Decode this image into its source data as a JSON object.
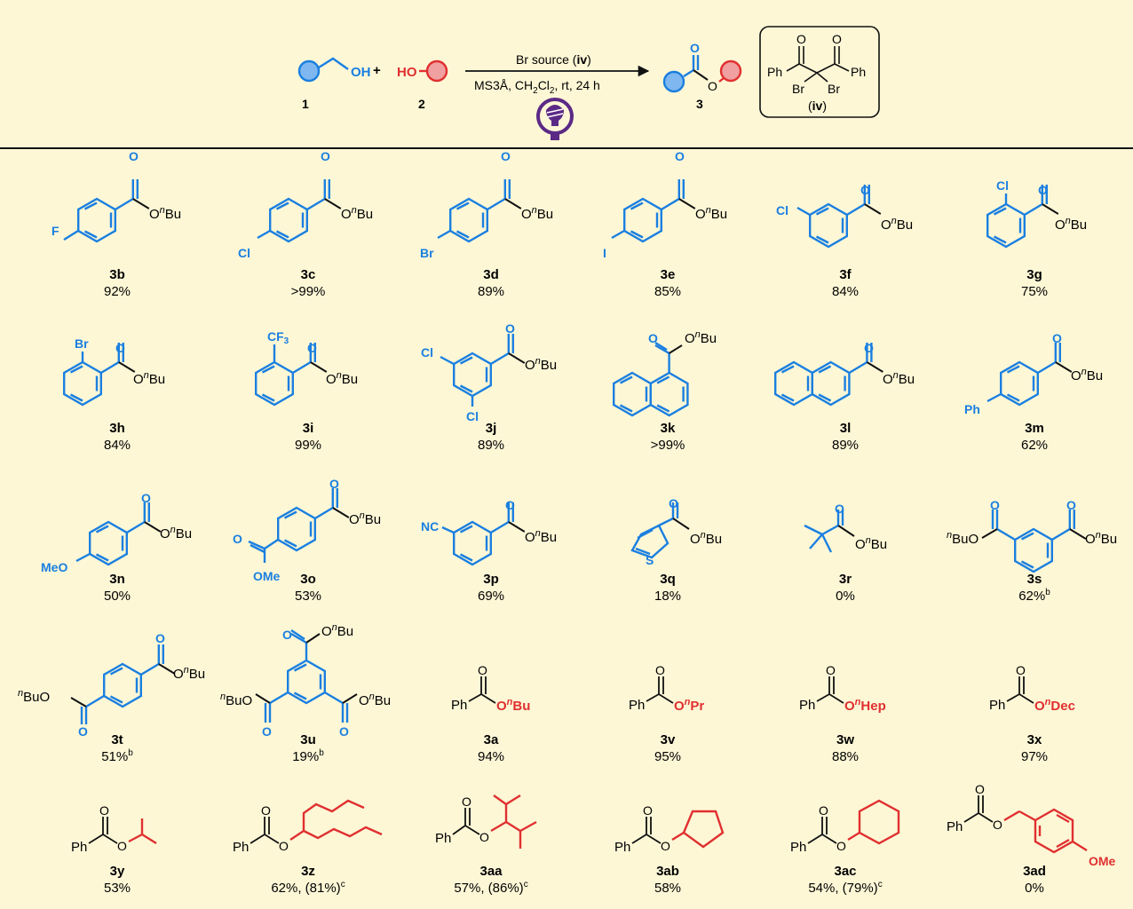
{
  "scheme": {
    "reagent1": {
      "oh": "OH",
      "label": "1"
    },
    "plus": "+",
    "reagent2": {
      "ho": "HO",
      "label": "2"
    },
    "arrow_top_pre": "Br source (",
    "arrow_top_bold": "iv",
    "arrow_top_post": ")",
    "arrow_bottom": "MS3Å, CH",
    "arrow_bottom_sub": "2",
    "arrow_bottom_mid": "Cl",
    "arrow_bottom_sub2": "2",
    "arrow_bottom_post": ", rt, 24 h",
    "product": {
      "o_top": "O",
      "o_mid": "O",
      "label": "3"
    },
    "reagent_iv": {
      "o": "O",
      "ph": "Ph",
      "br": "Br",
      "label_pre": "(",
      "label_bold": "iv",
      "label_post": ")"
    }
  },
  "atoms": {
    "o": "O",
    "obu_pre": "O",
    "obu_n": "n",
    "obu_post": "Bu",
    "bu_n": "n",
    "bu_post": "BuO",
    "ome": "OMe",
    "meo": "MeO",
    "ph": "Ph",
    "nc": "NC",
    "s": "S",
    "f": "F",
    "cl": "Cl",
    "br": "Br",
    "i": "I",
    "cf3": "CF",
    "cf3_sub": "3",
    "opr": "Pr",
    "ohep": "Hep",
    "odec": "Dec",
    "bu": "Bu"
  },
  "compounds": [
    {
      "id": "3b",
      "yield": "92%"
    },
    {
      "id": "3c",
      "yield": ">99%"
    },
    {
      "id": "3d",
      "yield": "89%"
    },
    {
      "id": "3e",
      "yield": "85%"
    },
    {
      "id": "3f",
      "yield": "84%"
    },
    {
      "id": "3g",
      "yield": "75%"
    },
    {
      "id": "3h",
      "yield": "84%"
    },
    {
      "id": "3i",
      "yield": "99%"
    },
    {
      "id": "3j",
      "yield": "89%"
    },
    {
      "id": "3k",
      "yield": ">99%"
    },
    {
      "id": "3l",
      "yield": "89%"
    },
    {
      "id": "3m",
      "yield": "62%"
    },
    {
      "id": "3n",
      "yield": "50%"
    },
    {
      "id": "3o",
      "yield": "53%"
    },
    {
      "id": "3p",
      "yield": "69%"
    },
    {
      "id": "3q",
      "yield": "18%"
    },
    {
      "id": "3r",
      "yield": "0%"
    },
    {
      "id": "3s",
      "yield": "62%",
      "sup": "b"
    },
    {
      "id": "3t",
      "yield": "51%",
      "sup": "b"
    },
    {
      "id": "3u",
      "yield": "19%",
      "sup": "b"
    },
    {
      "id": "3a",
      "yield": "94%"
    },
    {
      "id": "3v",
      "yield": "95%"
    },
    {
      "id": "3w",
      "yield": "88%"
    },
    {
      "id": "3x",
      "yield": "97%"
    },
    {
      "id": "3y",
      "yield": "53%"
    },
    {
      "id": "3z",
      "yield": "62%, (81%)",
      "sup": "c"
    },
    {
      "id": "3aa",
      "yield": "57%, (86%)",
      "sup": "c"
    },
    {
      "id": "3ab",
      "yield": "58%"
    },
    {
      "id": "3ac",
      "yield": "54%, (79%)",
      "sup": "c"
    },
    {
      "id": "3ad",
      "yield": "0%"
    }
  ],
  "colors": {
    "blue": "#1a7fe0",
    "red": "#e03030",
    "purple": "#5b2a86",
    "background": "#fdf7d6"
  }
}
